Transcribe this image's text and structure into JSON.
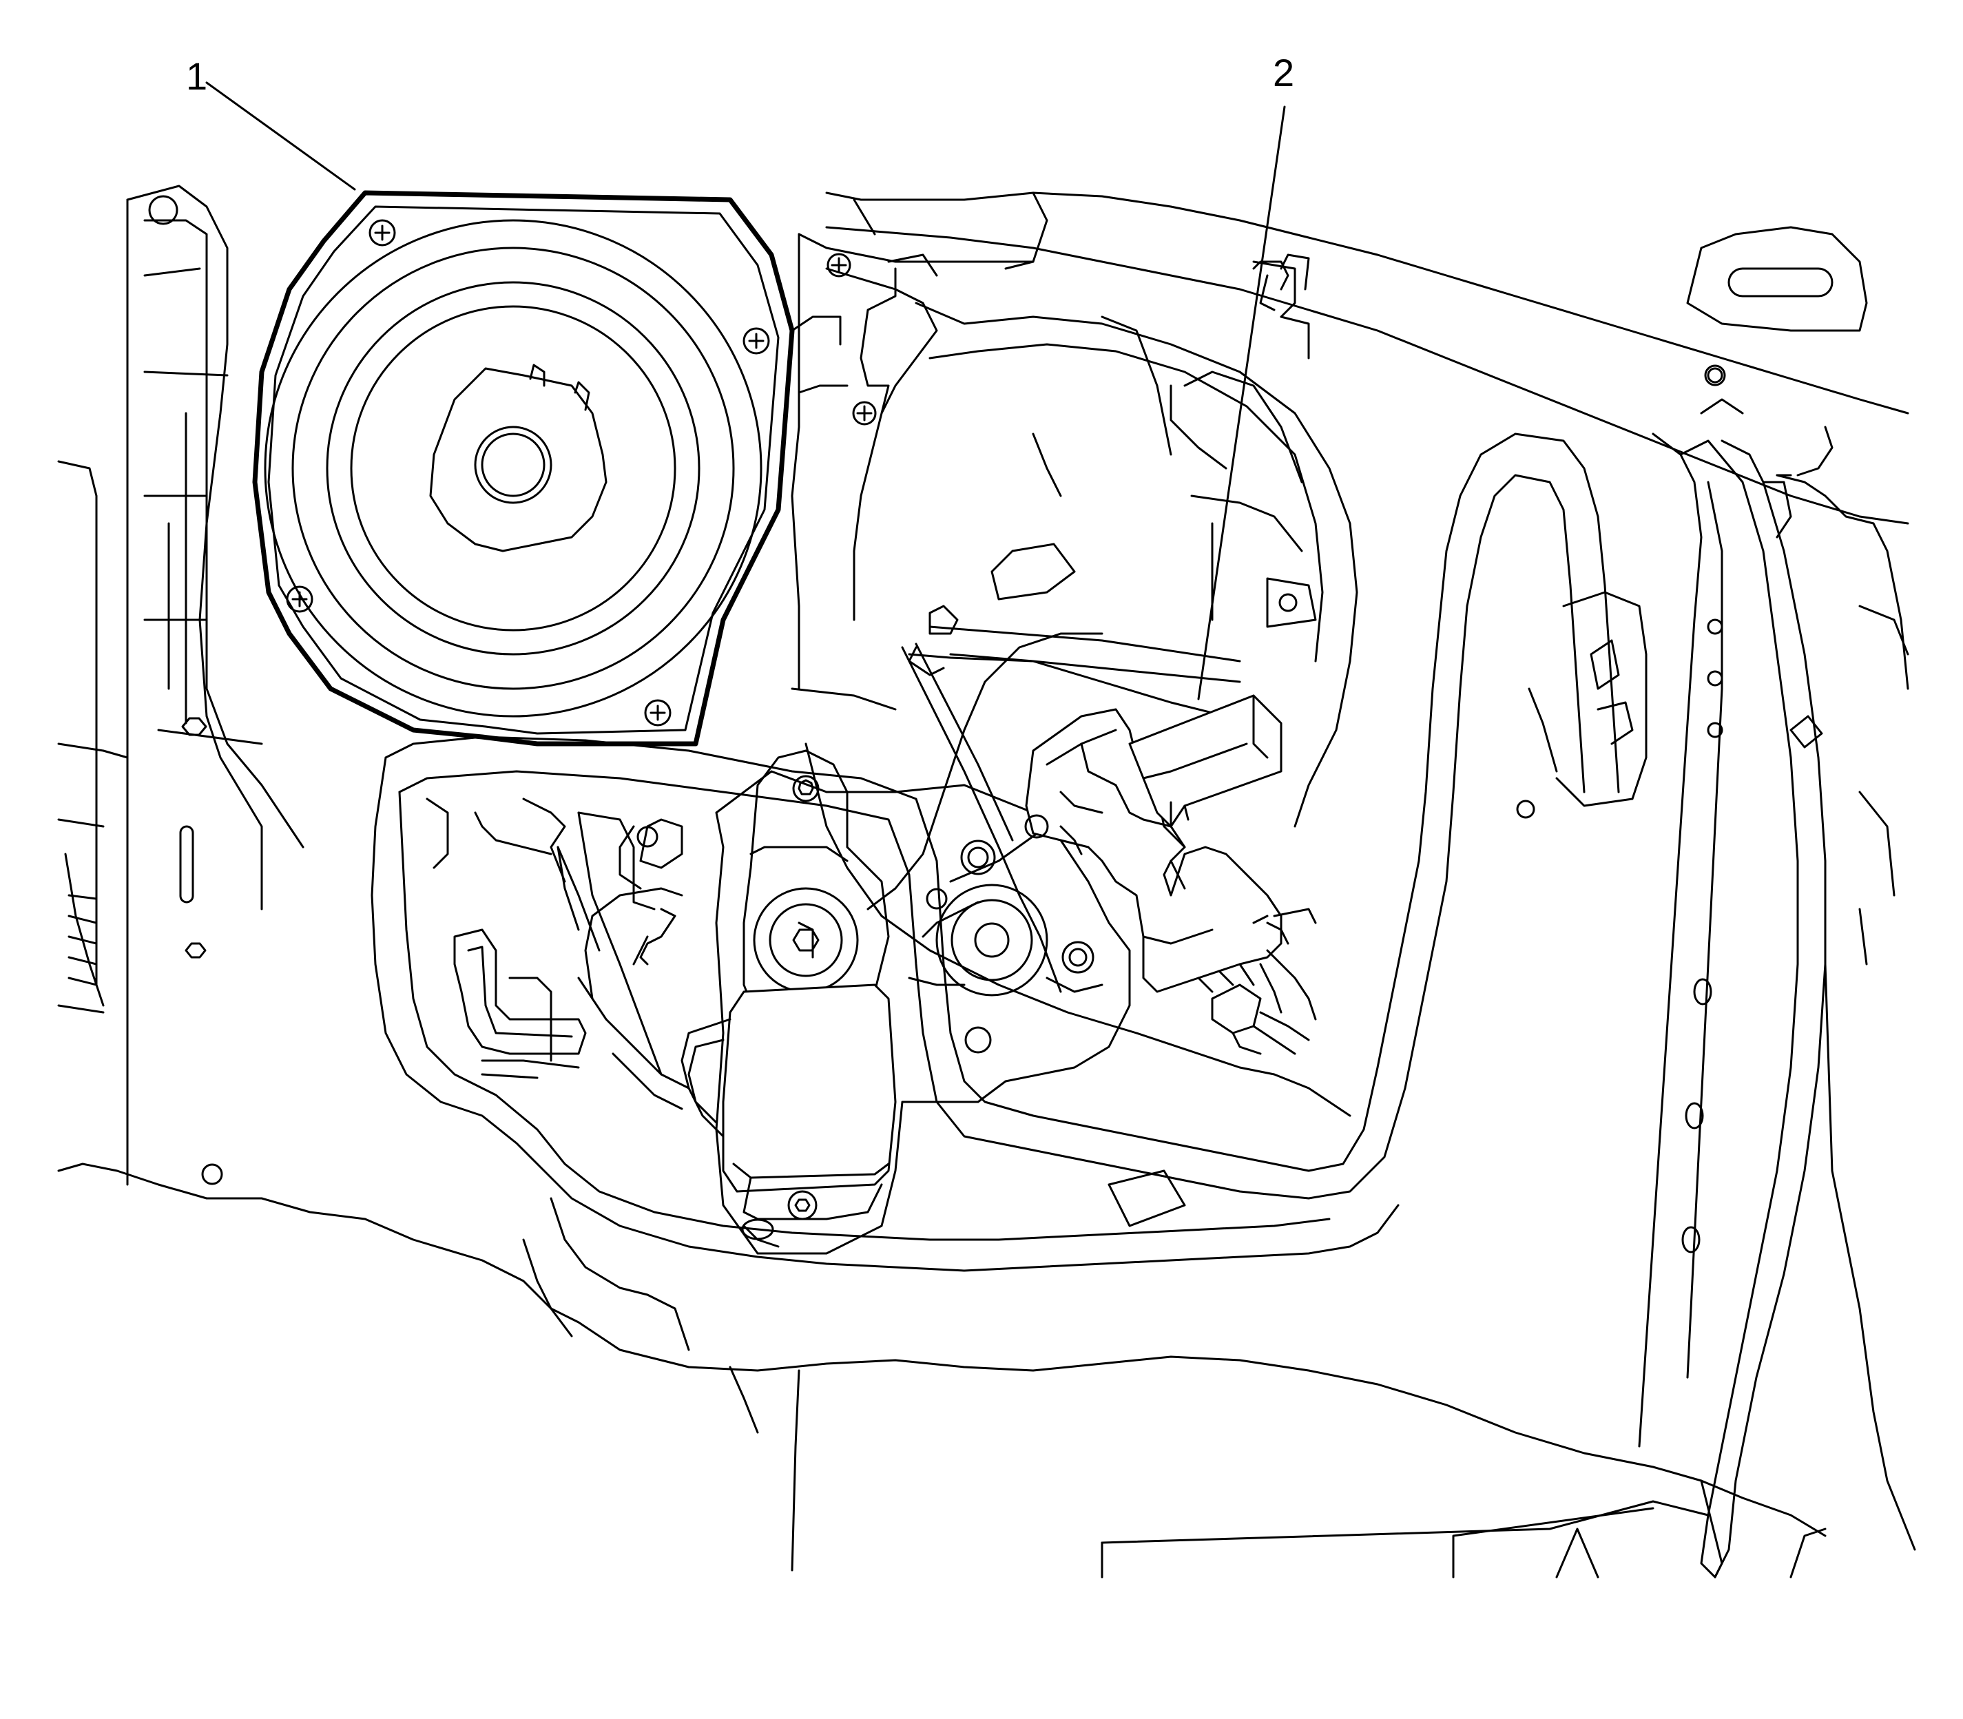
{
  "callouts": [
    {
      "label": "1",
      "part": "speaker"
    },
    {
      "label": "2",
      "part": "window-regulator-motor"
    }
  ]
}
